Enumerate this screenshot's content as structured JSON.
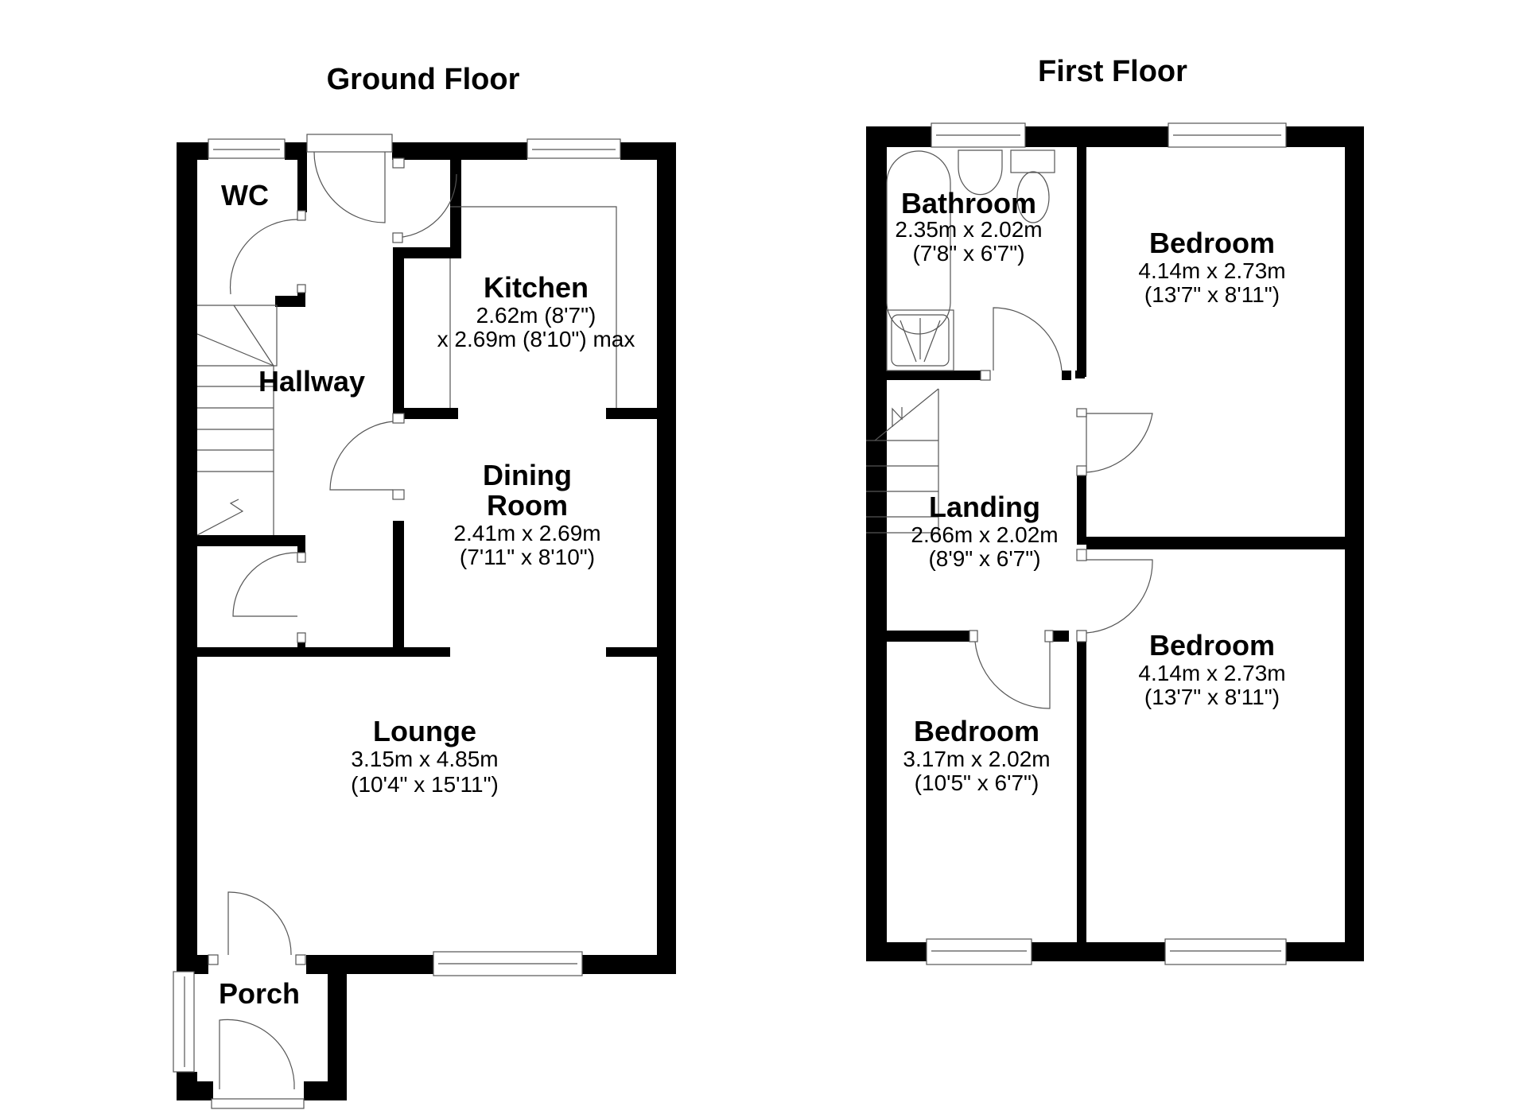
{
  "ground_floor": {
    "title": "Ground Floor",
    "rooms": {
      "wc": {
        "name": "WC"
      },
      "hallway": {
        "name": "Hallway"
      },
      "kitchen": {
        "name": "Kitchen",
        "dim_line1": "2.62m (8'7\")",
        "dim_line2": "x 2.69m (8'10\") max"
      },
      "dining": {
        "name_line1": "Dining",
        "name_line2": "Room",
        "dim_metric": "2.41m x 2.69m",
        "dim_imperial": "(7'11\" x 8'10\")"
      },
      "lounge": {
        "name": "Lounge",
        "dim_metric": "3.15m x 4.85m",
        "dim_imperial": "(10'4\" x 15'11\")"
      },
      "porch": {
        "name": "Porch"
      }
    }
  },
  "first_floor": {
    "title": "First Floor",
    "rooms": {
      "bathroom": {
        "name": "Bathroom",
        "dim_metric": "2.35m x 2.02m",
        "dim_imperial": "(7'8\" x 6'7\")"
      },
      "bedroom_front": {
        "name": "Bedroom",
        "dim_metric": "4.14m x 2.73m",
        "dim_imperial": "(13'7\" x 8'11\")"
      },
      "landing": {
        "name": "Landing",
        "dim_metric": "2.66m x 2.02m",
        "dim_imperial": "(8'9\" x 6'7\")"
      },
      "bedroom_rear": {
        "name": "Bedroom",
        "dim_metric": "4.14m x 2.73m",
        "dim_imperial": "(13'7\" x 8'11\")"
      },
      "bedroom_small": {
        "name": "Bedroom",
        "dim_metric": "3.17m x 2.02m",
        "dim_imperial": "(10'5\" x 6'7\")"
      }
    }
  },
  "colors": {
    "wall": "#000000",
    "line": "#555555",
    "background": "#ffffff"
  }
}
